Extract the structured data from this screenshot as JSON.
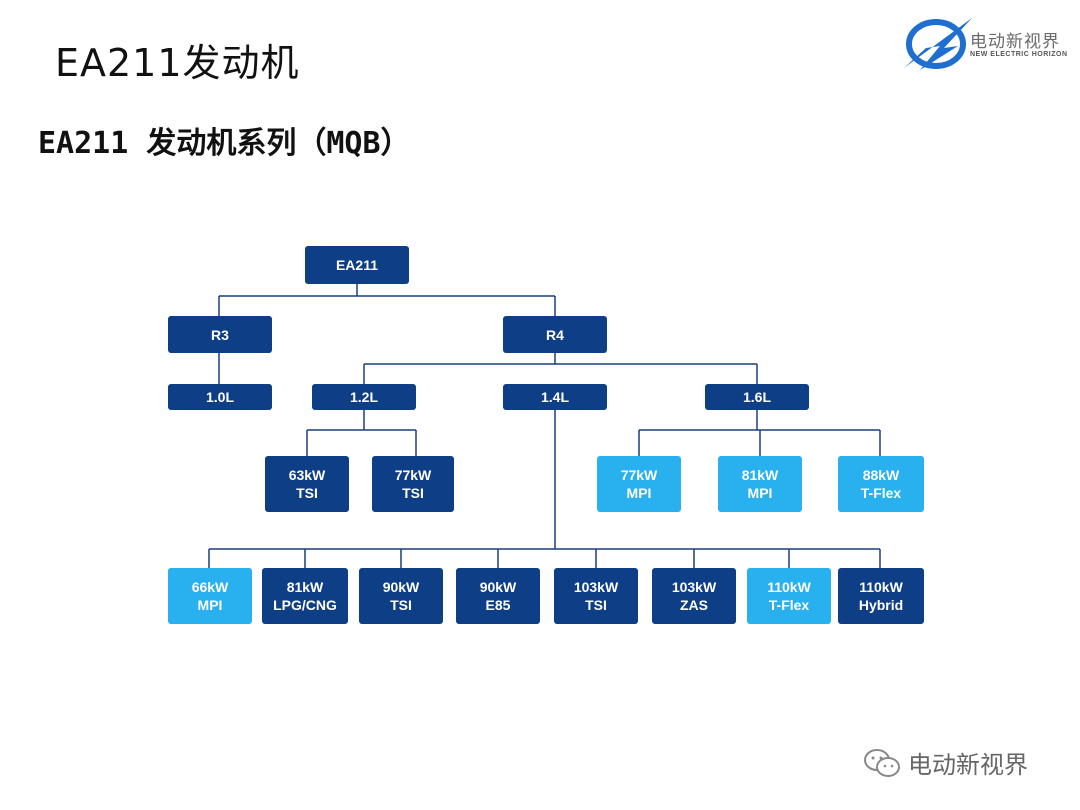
{
  "slide": {
    "title": "EA211发动机",
    "subtitle": "EA211 发动机系列（MQB）"
  },
  "logo": {
    "cn": "电动新视界",
    "en": "NEW ELECTRIC HORIZON"
  },
  "watermark": {
    "text": "电动新视界",
    "icon": "wechat-icon"
  },
  "colors": {
    "dark_box": "#0e3f86",
    "light_box": "#29b0ee",
    "connector": "#1a3f7a"
  },
  "tree": {
    "root": "EA211",
    "r3": "R3",
    "r4": "R4",
    "d10": "1.0L",
    "d12": "1.2L",
    "d14": "1.4L",
    "d16": "1.6L",
    "n12a": [
      "63kW",
      "TSI"
    ],
    "n12b": [
      "77kW",
      "TSI"
    ],
    "n16a": [
      "77kW",
      "MPI"
    ],
    "n16b": [
      "81kW",
      "MPI"
    ],
    "n16c": [
      "88kW",
      "T-Flex"
    ],
    "n14": [
      [
        "66kW",
        "MPI"
      ],
      [
        "81kW",
        "LPG/CNG"
      ],
      [
        "90kW",
        "TSI"
      ],
      [
        "90kW",
        "E85"
      ],
      [
        "103kW",
        "TSI"
      ],
      [
        "103kW",
        "ZAS"
      ],
      [
        "110kW",
        "T-Flex"
      ],
      [
        "110kW",
        "Hybrid"
      ]
    ]
  }
}
